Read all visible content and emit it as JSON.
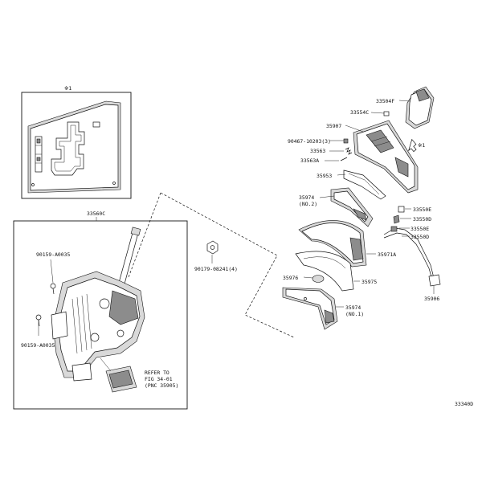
{
  "diagram": {
    "figure_id": "33340D",
    "inset_label": "※1",
    "view_arrow_label": "※1",
    "assembly_label": "33560C",
    "refer_note": {
      "line1": "REFER TO",
      "line2": "FIG 34-01",
      "line3": "(PNC 35905)"
    },
    "callouts": [
      {
        "id": "33504F",
        "text": "33504F"
      },
      {
        "id": "33554C",
        "text": "33554C"
      },
      {
        "id": "35907",
        "text": "35907"
      },
      {
        "id": "90467",
        "text": "90467-10203(3)"
      },
      {
        "id": "33563",
        "text": "33563"
      },
      {
        "id": "33563A",
        "text": "33563A"
      },
      {
        "id": "35953",
        "text": "35953"
      },
      {
        "id": "35974a",
        "text": "35974"
      },
      {
        "id": "35974a-note",
        "text": "(NO.2)"
      },
      {
        "id": "33550E",
        "text": "33550E"
      },
      {
        "id": "33550D",
        "text": "33550D"
      },
      {
        "id": "33550E2",
        "text": "33550E"
      },
      {
        "id": "33550D2",
        "text": "33550D"
      },
      {
        "id": "35971A",
        "text": "35971A"
      },
      {
        "id": "35975",
        "text": "35975"
      },
      {
        "id": "35976",
        "text": "35976"
      },
      {
        "id": "35974b",
        "text": "35974"
      },
      {
        "id": "35974b-note",
        "text": "(NO.1)"
      },
      {
        "id": "35906",
        "text": "35906"
      },
      {
        "id": "90179",
        "text": "90179-08241(4)"
      },
      {
        "id": "90159a",
        "text": "90159-A0035"
      },
      {
        "id": "90159b",
        "text": "90159-A0035"
      }
    ]
  }
}
